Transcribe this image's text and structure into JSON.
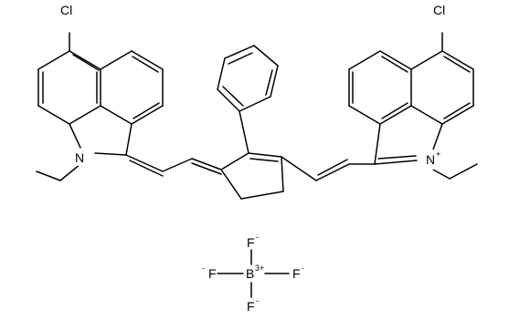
{
  "colors": {
    "bond": "#000000",
    "background": "#ffffff"
  },
  "cation": {
    "left_chloro": {
      "label": "Cl"
    },
    "left_nitrogen": {
      "label": "N"
    },
    "right_chloro": {
      "label": "Cl"
    },
    "right_nitrogen": {
      "label": "N",
      "charge": "+"
    }
  },
  "anion": {
    "center": {
      "label": "B",
      "charge": "3+"
    },
    "fluorines": [
      {
        "label": "F",
        "charge": "-"
      },
      {
        "label": "F",
        "charge": "-"
      },
      {
        "label": "F",
        "charge": "-"
      },
      {
        "label": "F",
        "charge": "-"
      }
    ]
  }
}
